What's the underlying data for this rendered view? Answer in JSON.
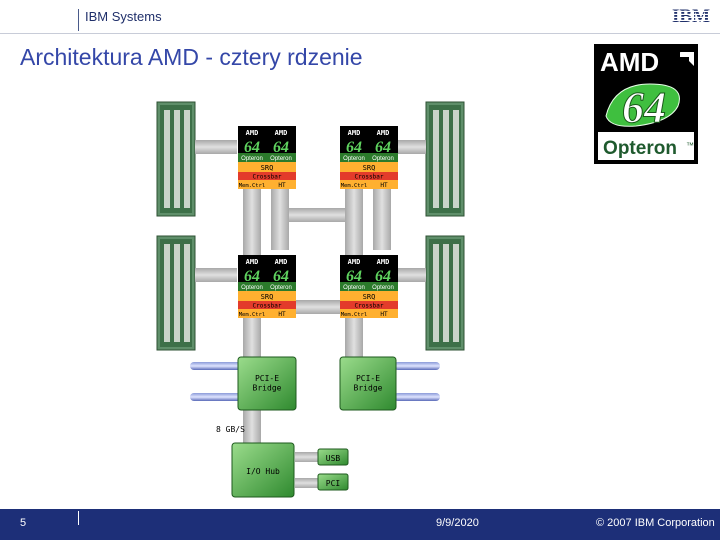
{
  "header": {
    "brand": "IBM Systems",
    "logo_text": "IBM"
  },
  "slide": {
    "title": "Architektura AMD - cztery rdzenie"
  },
  "amd_logo": {
    "brand": "AMD",
    "number": "64",
    "product": "Opteron",
    "tm": "™"
  },
  "processor": {
    "logo_amd": "AMD",
    "logo_64": "64",
    "label": "Opteron",
    "srq": "SRQ",
    "crossbar": "Crossbar",
    "mem_ctl": "Mem.Ctrl",
    "ht": "HT"
  },
  "bridges": [
    {
      "label": "PCI-E\nBridge"
    },
    {
      "label": "PCI-E\nBridge"
    }
  ],
  "io": {
    "bandwidth": "8 GB/S",
    "hub": "I/O Hub",
    "usb": "USB",
    "pci": "PCI"
  },
  "footer": {
    "page": "5",
    "date": "9/9/2020",
    "copyright": "© 2007 IBM Corporation"
  },
  "colors": {
    "title": "#3447a8",
    "footer": "#1d2f78",
    "green_box": "#3c8c3c",
    "green_box_light": "#6fc46f",
    "bus_gray": "#c6c6c6",
    "orange": "#ffb030",
    "red": "#e33b2b",
    "memory_green": "#2e7a3e"
  }
}
